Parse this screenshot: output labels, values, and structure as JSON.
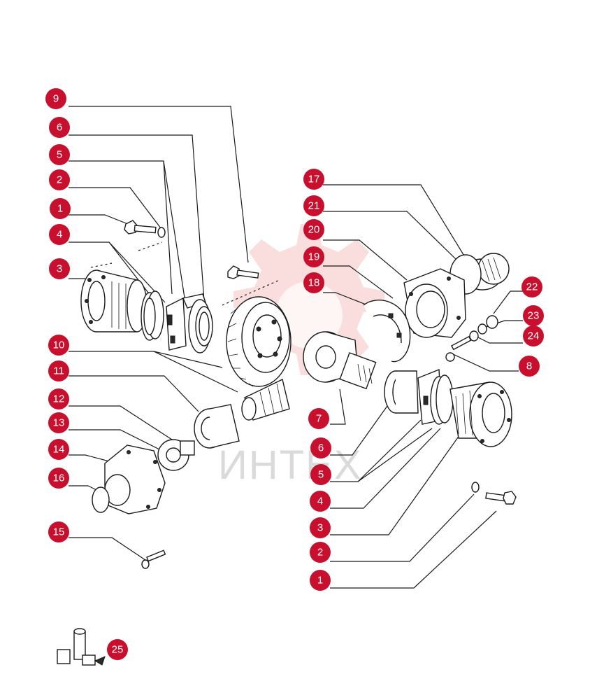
{
  "watermark": {
    "brand": "ИНТЕХ"
  },
  "colors": {
    "callout": "#c8102e",
    "line": "#1a1a1a",
    "watermark": "#bdbdbd"
  },
  "callouts": [
    {
      "id": "c9",
      "label": "9"
    },
    {
      "id": "c6a",
      "label": "6"
    },
    {
      "id": "c5a",
      "label": "5"
    },
    {
      "id": "c2a",
      "label": "2"
    },
    {
      "id": "c1a",
      "label": "1"
    },
    {
      "id": "c4a",
      "label": "4"
    },
    {
      "id": "c3a",
      "label": "3"
    },
    {
      "id": "c10",
      "label": "10"
    },
    {
      "id": "c11",
      "label": "11"
    },
    {
      "id": "c12",
      "label": "12"
    },
    {
      "id": "c13",
      "label": "13"
    },
    {
      "id": "c14",
      "label": "14"
    },
    {
      "id": "c16",
      "label": "16"
    },
    {
      "id": "c15",
      "label": "15"
    },
    {
      "id": "c17",
      "label": "17"
    },
    {
      "id": "c21",
      "label": "21"
    },
    {
      "id": "c20",
      "label": "20"
    },
    {
      "id": "c19",
      "label": "19"
    },
    {
      "id": "c18",
      "label": "18"
    },
    {
      "id": "c22",
      "label": "22"
    },
    {
      "id": "c23",
      "label": "23"
    },
    {
      "id": "c24",
      "label": "24"
    },
    {
      "id": "c8",
      "label": "8"
    },
    {
      "id": "c7",
      "label": "7"
    },
    {
      "id": "c6b",
      "label": "6"
    },
    {
      "id": "c5b",
      "label": "5"
    },
    {
      "id": "c4b",
      "label": "4"
    },
    {
      "id": "c3b",
      "label": "3"
    },
    {
      "id": "c2b",
      "label": "2"
    },
    {
      "id": "c1b",
      "label": "1"
    },
    {
      "id": "c25",
      "label": "25"
    }
  ]
}
